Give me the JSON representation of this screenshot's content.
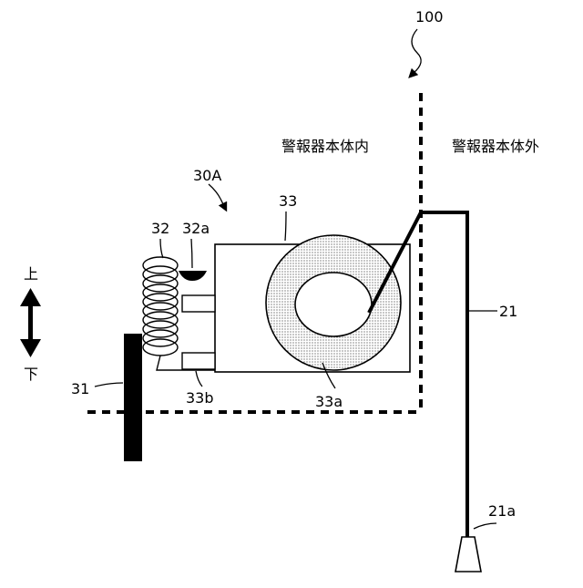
{
  "labels": {
    "system": "100",
    "inside": "警報器本体内",
    "outside": "警報器本体外",
    "assembly": "30A",
    "housing": "33",
    "spring": "32",
    "stopper": "32a",
    "ring": "33a",
    "guide": "33b",
    "post": "31",
    "cord": "21",
    "pull_knob": "21a",
    "up": "上",
    "down": "下"
  }
}
